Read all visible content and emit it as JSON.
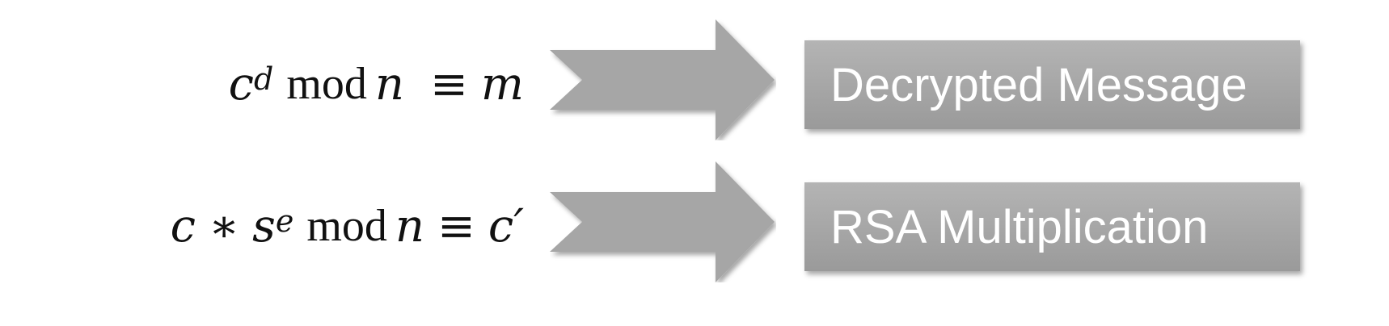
{
  "rows": [
    {
      "formula": {
        "base": "c",
        "exponent": "d",
        "mod": "mod",
        "modulus": "n",
        "equiv": "≡",
        "result": "m"
      },
      "label": "Decrypted Message"
    },
    {
      "formula": {
        "base": "c",
        "times": "∗",
        "factor": "s",
        "exponent": "e",
        "mod": "mod",
        "modulus": "n",
        "equiv": "≡",
        "result": "c′"
      },
      "label": "RSA Multiplication"
    }
  ],
  "colors": {
    "arrow_fill": "#a6a6a6",
    "box_top": "#b4b4b4",
    "box_bottom": "#9a9a9a",
    "label_text": "#ffffff"
  }
}
